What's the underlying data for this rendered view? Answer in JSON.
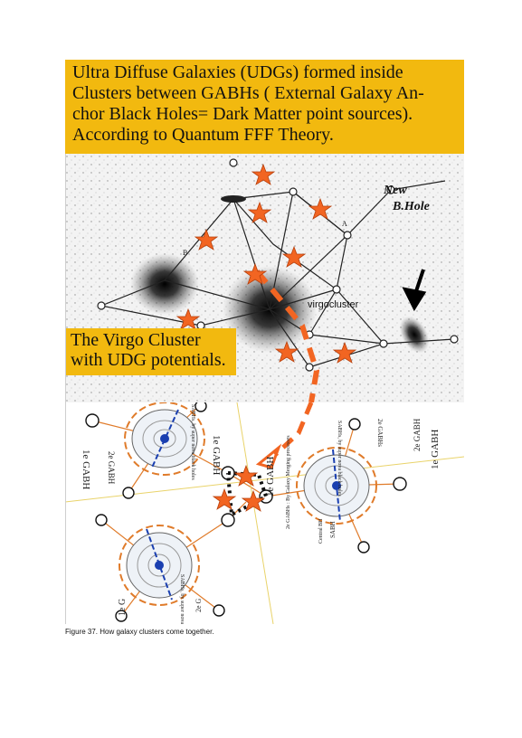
{
  "title_box": {
    "lines": [
      "Ultra Diffuse Galaxies (UDGs) formed inside",
      "Clusters between GABHs ( External Galaxy An-",
      "chor Black Holes= Dark Matter point sources).",
      "According to Quantum FFF Theory."
    ]
  },
  "photo": {
    "new_bhole_line1": "New",
    "new_bhole_line2": "B.Hole",
    "virgocluster": "virgocluster",
    "marker_a": "A",
    "marker_b": "B"
  },
  "inset_box": {
    "lines": [
      "The Virgo Cluster",
      "with UDG potentials."
    ]
  },
  "diagram": {
    "gabh_1e": "1e GABH",
    "gabh_2e": "2e GABH",
    "gabh_2e_short": "2e GABHs",
    "merge_text": "2e GABHs : By Galaxy Merging processes",
    "sabh_text": "SABHs, by super nova black holes",
    "sabh_short": "SABH",
    "central_bh": "Central BH",
    "ie_gabh": "1e GABH",
    "g_fragment": "2e G",
    "ie_fragment": "1e G"
  },
  "caption": "Figure 37.  How galaxy clusters come together.",
  "colors": {
    "title_bg": "#f2b90f",
    "star": "#f26522",
    "dash_arrow": "#f26522",
    "orange_line": "#e07b2a"
  }
}
